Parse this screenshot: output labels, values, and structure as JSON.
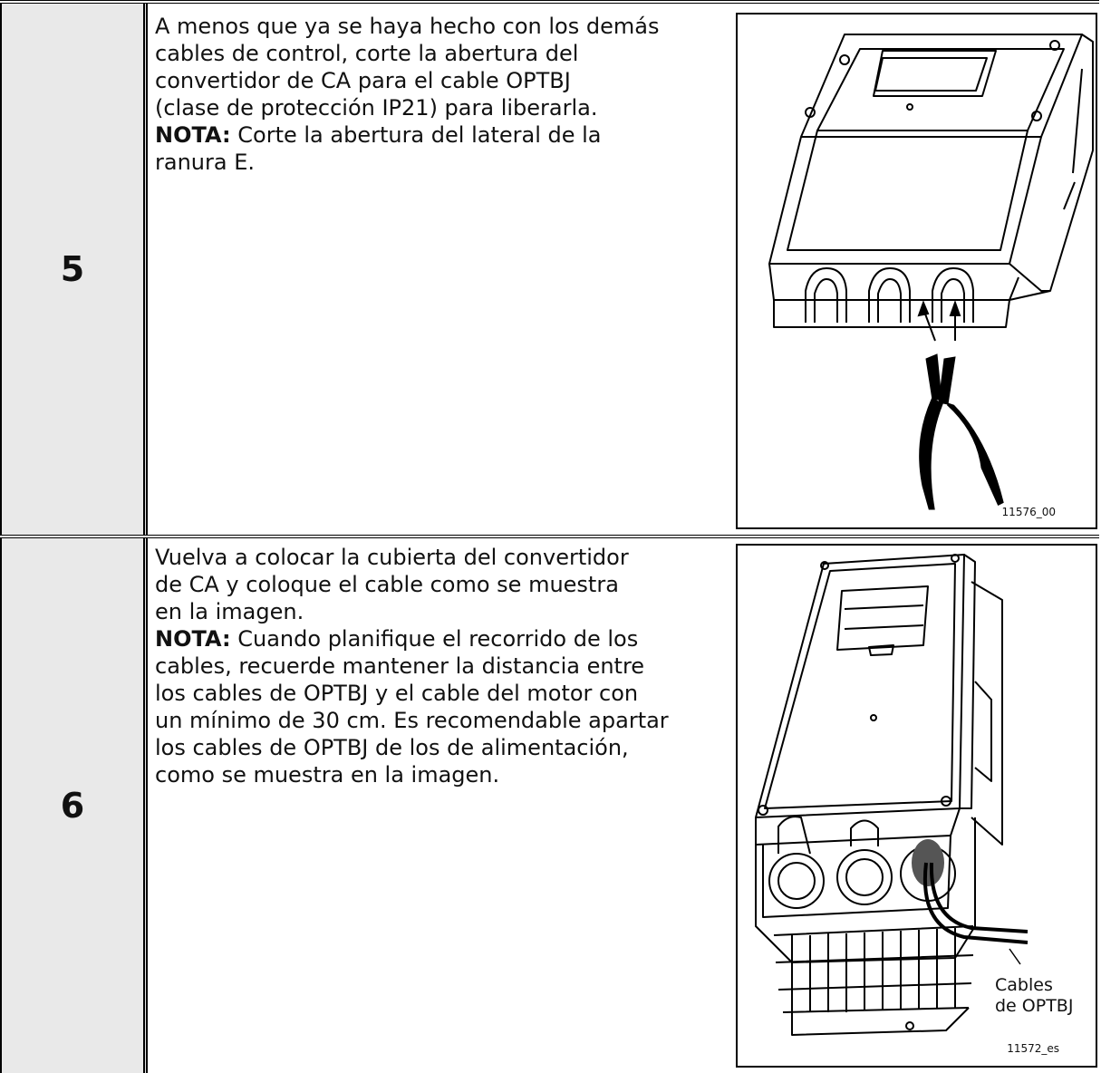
{
  "steps": [
    {
      "number": "5",
      "text_lines": [
        "A menos que ya se haya hecho con los demás",
        "cables de control, corte la abertura del",
        "convertidor de CA para el cable OPTBJ",
        "(clase de protección IP21) para liberarla."
      ],
      "note_label": "NOTA:",
      "note_lines": [
        " Corte la abertura del lateral de la",
        "ranura E."
      ],
      "figure_code": "11576_00"
    },
    {
      "number": "6",
      "text_lines": [
        "Vuelva a colocar la cubierta del convertidor",
        "de CA y coloque el cable como se muestra",
        "en la imagen."
      ],
      "note_label": "NOTA:",
      "note_lines": [
        " Cuando planifique el recorrido de los",
        "cables, recuerde mantener la distancia entre",
        "los cables de OPTBJ y el cable del motor con",
        "un mínimo de 30 cm. Es recomendable apartar",
        "los cables de OPTBJ de los de alimentación,",
        "como se muestra en la imagen."
      ],
      "figure_caption": [
        "Cables",
        "de OPTBJ"
      ],
      "figure_code": "11572_es"
    }
  ]
}
